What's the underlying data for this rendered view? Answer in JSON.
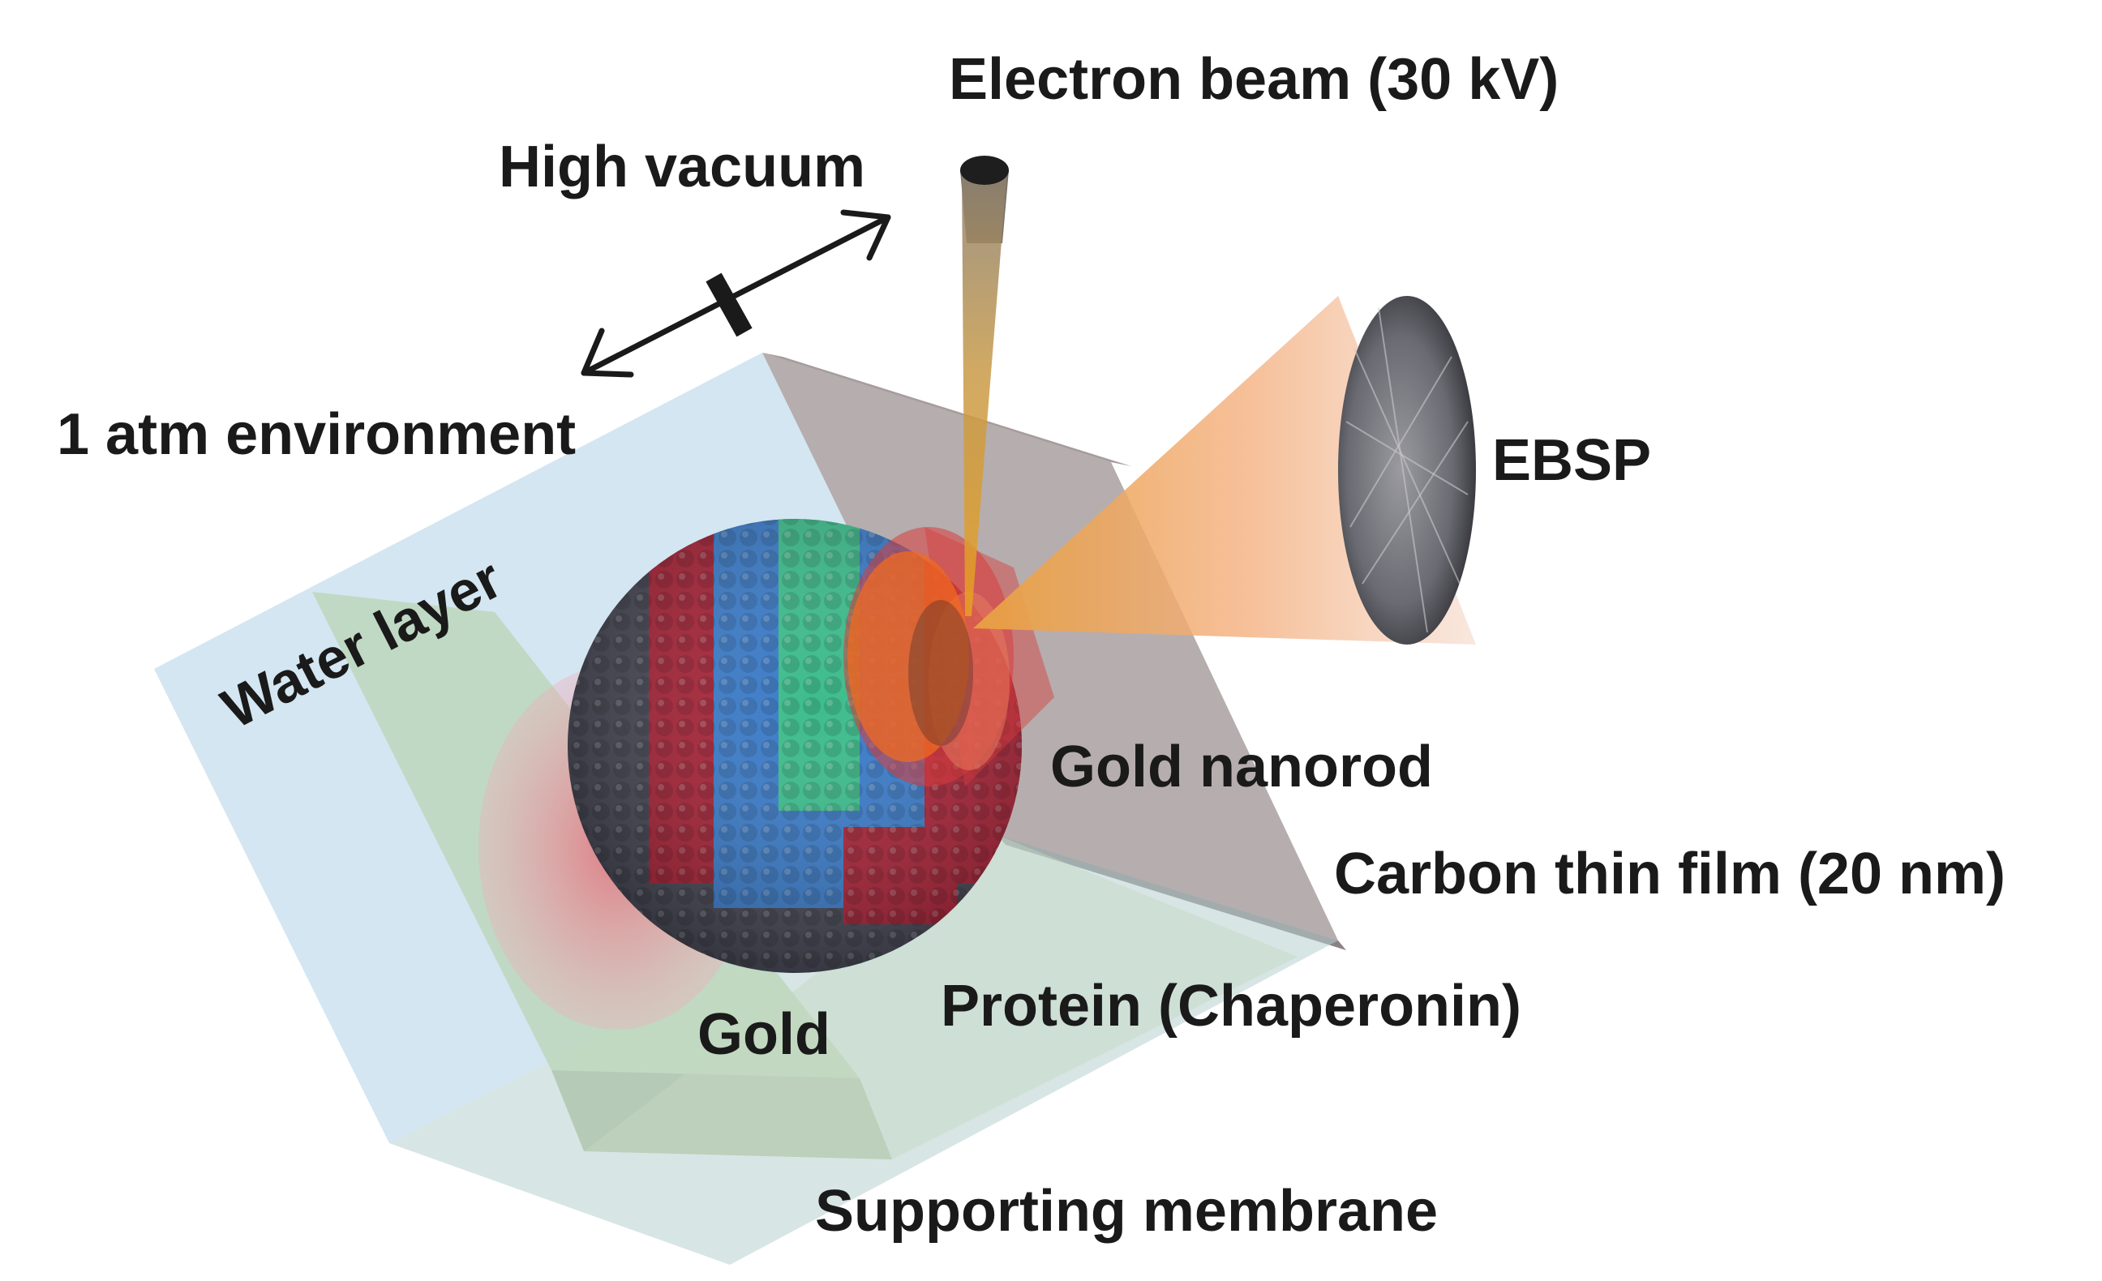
{
  "labels": {
    "electron_beam": "Electron beam (30 kV)",
    "high_vacuum": "High vacuum",
    "atm_environment": "1 atm environment",
    "ebsp": "EBSP",
    "water_layer": "Water layer",
    "gold_nanorod": "Gold nanorod",
    "carbon_film": "Carbon thin film (20 nm)",
    "protein": "Protein (Chaperonin)",
    "gold": "Gold",
    "supporting_membrane": "Supporting membrane"
  },
  "colors": {
    "text": "#1a1a1a",
    "water_layer": "#bcd8ea",
    "supporting_membrane": "#b9d4b4",
    "carbon_film": "#7a6a6c",
    "gold_rod": "#d83c3c",
    "beam": "#d8a030",
    "ebsp_cone": "#f2a870",
    "protein_blue": "#3c7cc8",
    "protein_red": "#a8263a",
    "protein_green": "#3ebc8c",
    "protein_dark": "#4a4a58",
    "orange": "#f06a20"
  },
  "icons": {
    "double_arrow": "double-arrow-icon",
    "electron_gun": "electron-gun-icon",
    "detector": "ebsp-detector-icon"
  }
}
